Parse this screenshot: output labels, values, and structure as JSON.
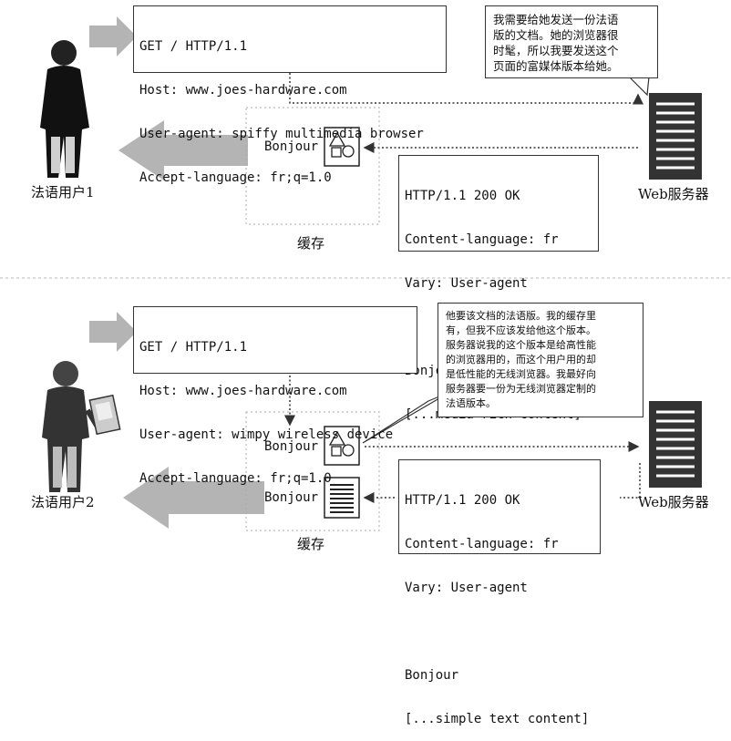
{
  "panel1": {
    "request_lines": [
      "GET / HTTP/1.1",
      "Host: www.joes-hardware.com",
      "User-agent: spiffy multimedia browser",
      "Accept-language: fr;q=1.0"
    ],
    "bubble_lines": [
      "我需要给她发送一份法语",
      "版的文档。她的浏览器很",
      "时髦，所以我要发送这个",
      "页面的富媒体版本给她。"
    ],
    "user_label": "法语用户1",
    "cache_label": "缓存",
    "server_label": "Web服务器",
    "cached_doc_label": "Bonjour",
    "response_lines": [
      "HTTP/1.1 200 OK",
      "Content-language: fr",
      "Vary: User-agent",
      "",
      "Bonjour",
      "[...media-rich content]"
    ]
  },
  "panel2": {
    "request_lines": [
      "GET / HTTP/1.1",
      "Host: www.joes-hardware.com",
      "User-agent: wimpy wireless device",
      "Accept-language: fr;q=1.0"
    ],
    "bubble_lines": [
      "他要该文档的法语版。我的缓存里",
      "有，但我不应该发给他这个版本。",
      "服务器说我的这个版本是给高性能",
      "的浏览器用的，而这个用户用的却",
      "是低性能的无线浏览器。我最好向",
      "服务器要一份为无线浏览器定制的",
      "法语版本。"
    ],
    "user_label": "法语用户2",
    "cache_label": "缓存",
    "server_label": "Web服务器",
    "cached_doc_label_1": "Bonjour",
    "cached_doc_label_2": "Bonjour",
    "response_lines": [
      "HTTP/1.1 200 OK",
      "Content-language: fr",
      "Vary: User-agent",
      "",
      "Bonjour",
      "[...simple text content]"
    ]
  },
  "colors": {
    "arrow_gray": "#b4b4b4",
    "server_dark": "#333333",
    "line": "#333333"
  }
}
